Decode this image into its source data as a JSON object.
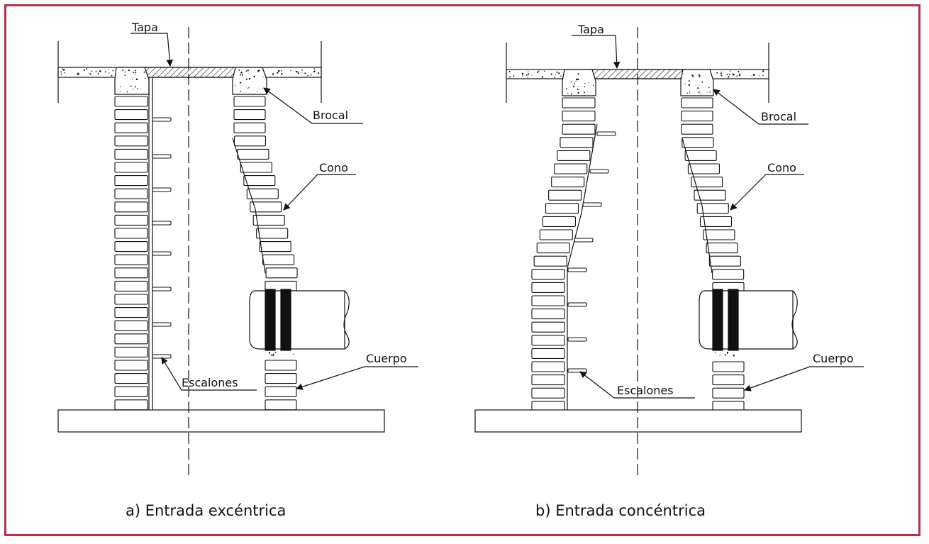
{
  "labels": {
    "tapa": "Tapa",
    "brocal": "Brocal",
    "cono": "Cono",
    "cuerpo": "Cuerpo",
    "escalones": "Escalones"
  },
  "captions": {
    "a": "a) Entrada excéntrica",
    "b": "b) Entrada concéntrica"
  },
  "colors": {
    "frame": "#b5304a",
    "line": "#111111"
  }
}
